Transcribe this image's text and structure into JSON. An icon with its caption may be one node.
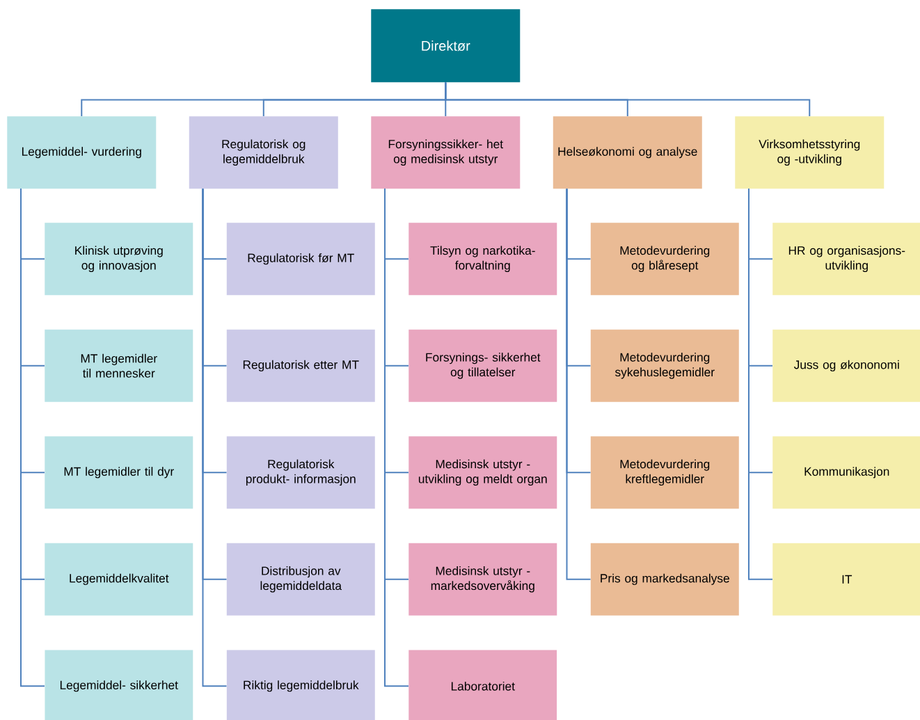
{
  "diagram": {
    "nodes": [
      {
        "text": [
          "Direktør"
        ]
      },
      {
        "text": [
          "Legemiddel- vurdering"
        ]
      },
      {
        "text": [
          "Regulatorisk og legemiddelbruk"
        ]
      },
      {
        "text": [
          "Forsyningssikker- het og medisinsk utstyr"
        ]
      },
      {
        "text": [
          "Helseøkonomi og analyse"
        ]
      },
      {
        "text": [
          "Virksomhetsstyring og -utvikling"
        ]
      },
      {
        "text": [
          "Klinisk utprøving og innovasjon"
        ]
      },
      {
        "text": [
          "MT legemidler til mennesker"
        ]
      },
      {
        "text": [
          "MT legemidler til dyr"
        ]
      },
      {
        "text": [
          "Legemiddelkvalitet"
        ]
      },
      {
        "text": [
          "Legemiddel- sikkerhet"
        ]
      },
      {
        "text": [
          "Regulatorisk før MT"
        ]
      },
      {
        "text": [
          "Regulatorisk etter MT"
        ]
      },
      {
        "text": [
          "Regulatorisk produkt- informasjon"
        ]
      },
      {
        "text": [
          "Distribusjon av legemiddeldata"
        ]
      },
      {
        "text": [
          "Riktig legemiddelbruk"
        ]
      },
      {
        "text": [
          "Tilsyn og narkotika- forvaltning"
        ]
      },
      {
        "text": [
          "Forsynings- sikkerhet og tillatelser"
        ]
      },
      {
        "text": [
          "Medisinsk utstyr - utvikling og meldt organ"
        ]
      },
      {
        "text": [
          "Medisinsk utstyr - markedsovervåking"
        ]
      },
      {
        "text": [
          "Laboratoriet"
        ]
      },
      {
        "text": [
          "Metodevurdering og blåresept"
        ]
      },
      {
        "text": [
          "Metodevurdering sykehuslegemidler"
        ]
      },
      {
        "text": [
          "Metodevurdering kreftlegemidler"
        ]
      },
      {
        "text": [
          "Pris og markedsanalyse"
        ]
      },
      {
        "text": [
          "HR og organisasjons- utvikling"
        ]
      },
      {
        "text": [
          "Juss og økononomi"
        ]
      },
      {
        "text": [
          "Kommunikasjon"
        ]
      },
      {
        "text": [
          "IT"
        ]
      }
    ],
    "edges": [
      {
        "from": 0,
        "to": 1,
        "arrow": "none"
      },
      {
        "from": 0,
        "to": 2,
        "arrow": "none"
      },
      {
        "from": 0,
        "to": 3,
        "arrow": "none"
      },
      {
        "from": 0,
        "to": 4,
        "arrow": "none"
      },
      {
        "from": 0,
        "to": 5,
        "arrow": "none"
      },
      {
        "from": 1,
        "to": 6,
        "arrow": "none"
      },
      {
        "from": 1,
        "to": 7,
        "arrow": "none"
      },
      {
        "from": 1,
        "to": 8,
        "arrow": "none"
      },
      {
        "from": 1,
        "to": 9,
        "arrow": "none"
      },
      {
        "from": 1,
        "to": 10,
        "arrow": "none"
      },
      {
        "from": 2,
        "to": 11,
        "arrow": "none"
      },
      {
        "from": 2,
        "to": 12,
        "arrow": "none"
      },
      {
        "from": 2,
        "to": 13,
        "arrow": "none"
      },
      {
        "from": 2,
        "to": 14,
        "arrow": "none"
      },
      {
        "from": 2,
        "to": 15,
        "arrow": "none"
      },
      {
        "from": 3,
        "to": 16,
        "arrow": "none"
      },
      {
        "from": 3,
        "to": 17,
        "arrow": "none"
      },
      {
        "from": 3,
        "to": 18,
        "arrow": "none"
      },
      {
        "from": 3,
        "to": 19,
        "arrow": "none"
      },
      {
        "from": 3,
        "to": 20,
        "arrow": "none"
      },
      {
        "from": 4,
        "to": 21,
        "arrow": "none"
      },
      {
        "from": 4,
        "to": 22,
        "arrow": "none"
      },
      {
        "from": 4,
        "to": 23,
        "arrow": "none"
      },
      {
        "from": 4,
        "to": 24,
        "arrow": "none"
      },
      {
        "from": 5,
        "to": 25,
        "arrow": "none"
      },
      {
        "from": 5,
        "to": 26,
        "arrow": "none"
      },
      {
        "from": 5,
        "to": 27,
        "arrow": "none"
      },
      {
        "from": 5,
        "to": 28,
        "arrow": "none"
      }
    ]
  }
}
